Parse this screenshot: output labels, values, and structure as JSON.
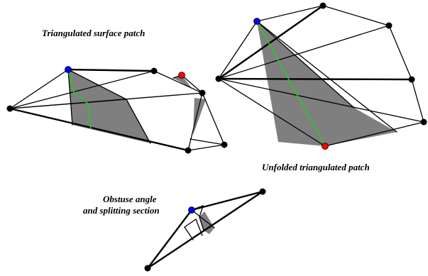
{
  "captions": {
    "surface_patch": "Triangulated  surface  patch",
    "unfolded_patch": "Unfolded triangulated patch",
    "obtuse_line1": "Obstuse angle",
    "obtuse_line2": "and splitting section"
  },
  "colors": {
    "background": "#ffffff",
    "edges": "#000000",
    "shaded_region": "#7f7f7f",
    "geodesic_path": "#22cc22",
    "source_vertex": "#0000ff",
    "target_vertex": "#ff0000",
    "mesh_vertex": "#000000"
  }
}
